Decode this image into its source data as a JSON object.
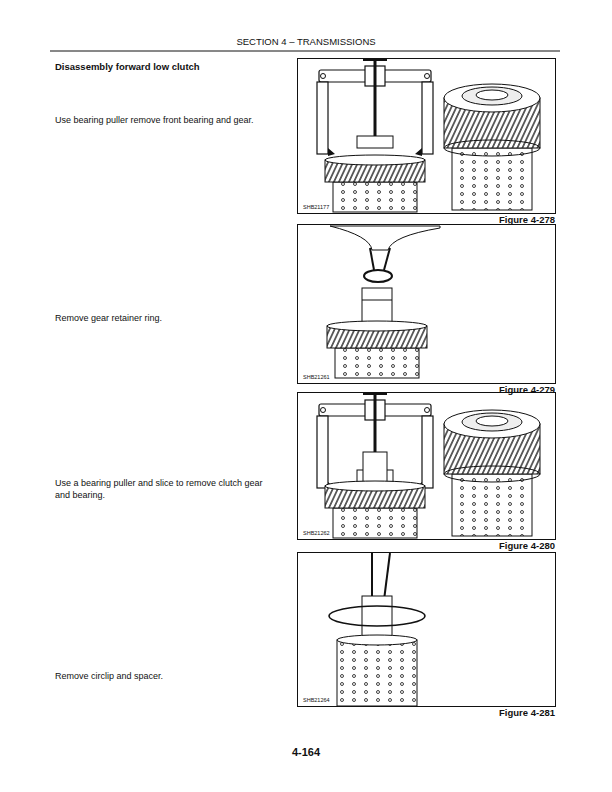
{
  "diagram": {
    "title": "SECTION 4 – TRANSMISSIONS",
    "nodes": [
      {
        "text": [
          "SHB21177",
          "Figure 4-278"
        ]
      },
      {
        "text": [
          "SHB21261",
          "Figure 4-279"
        ]
      },
      {
        "text": [
          "SHB21262",
          "Figure 4-280"
        ]
      },
      {
        "text": [
          "SHB21264",
          "Figure 4-281"
        ]
      }
    ],
    "labels": [
      "Disassembly forward low clutch",
      "Use bearing puller remove front bearing and gear.",
      "Remove gear retainer ring.",
      "Use a bearing puller and slice to remove clutch gear and bearing.",
      "Remove circlip and spacer.",
      "4-164"
    ]
  }
}
